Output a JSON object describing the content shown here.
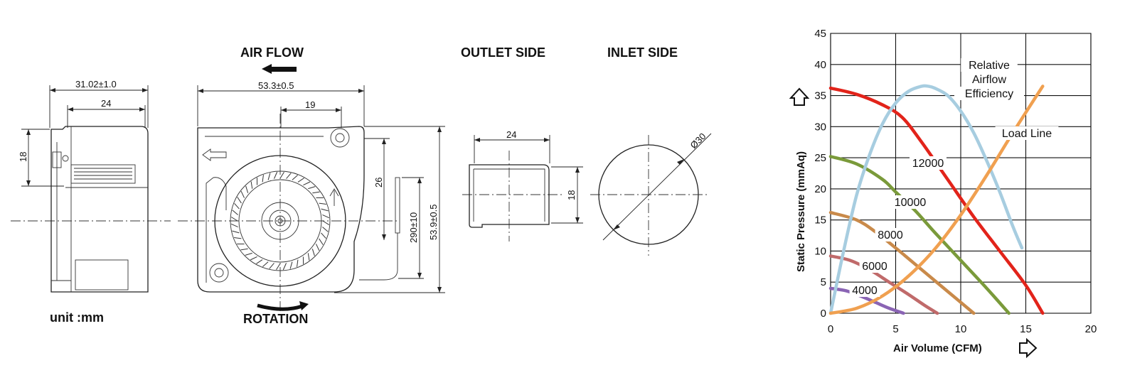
{
  "drawing": {
    "titles": {
      "air_flow": "AIR FLOW",
      "rotation": "ROTATION",
      "outlet_side": "OUTLET SIDE",
      "inlet_side": "INLET SIDE",
      "unit": "unit :mm"
    },
    "dimensions": {
      "side_overall": "31.02±1.0",
      "side_inner": "24",
      "side_height": "18",
      "front_width": "53.3±0.5",
      "front_outlet": "19",
      "front_height": "53.9±0.5",
      "front_outlet_height": "26",
      "lead_length": "290±10",
      "outlet_width": "24",
      "outlet_height": "18",
      "inlet_diameter": "Ø30"
    }
  },
  "chart_data": {
    "type": "line",
    "xlabel": "Air Volume (CFM)",
    "ylabel": "Static Pressure (mmAq)",
    "xlim": [
      0,
      20
    ],
    "ylim": [
      0,
      45
    ],
    "xticks": [
      "0",
      "5",
      "10",
      "15",
      "20"
    ],
    "yticks": [
      "0",
      "5",
      "10",
      "15",
      "20",
      "25",
      "30",
      "35",
      "40",
      "45"
    ],
    "grid": true,
    "series": [
      {
        "name": "12000",
        "color": "#e2231a",
        "x": [
          0,
          2,
          4,
          5.5,
          7,
          9,
          11,
          13,
          15,
          16.3
        ],
        "y": [
          36.2,
          35.2,
          33.5,
          31.5,
          27.5,
          21.5,
          15.5,
          10,
          4.5,
          0
        ]
      },
      {
        "name": "10000",
        "color": "#7a9a3a",
        "x": [
          0,
          2,
          4,
          5,
          6.5,
          8,
          10,
          12,
          13.7
        ],
        "y": [
          25.2,
          24,
          21.5,
          19.5,
          16.5,
          13,
          8.5,
          4,
          0
        ]
      },
      {
        "name": "8000",
        "color": "#c98a4a",
        "x": [
          0,
          2,
          3.5,
          5,
          7,
          9,
          11
        ],
        "y": [
          16.2,
          15,
          13,
          10.5,
          7,
          3.5,
          0
        ]
      },
      {
        "name": "6000",
        "color": "#c06a6a",
        "x": [
          0,
          1.5,
          3,
          4.5,
          6,
          7.2,
          8.2
        ],
        "y": [
          9.2,
          8.5,
          7,
          5,
          3,
          1.3,
          0
        ]
      },
      {
        "name": "4000",
        "color": "#8a64b4",
        "x": [
          0,
          1.2,
          2.5,
          3.5,
          4.5,
          5.6
        ],
        "y": [
          4,
          3.6,
          2.6,
          1.7,
          0.8,
          0
        ]
      },
      {
        "name": "Relative Airflow Efficiency",
        "color": "#a7cde0",
        "x": [
          0,
          1,
          2,
          3,
          4,
          5,
          6,
          7,
          7.5,
          8,
          9,
          10,
          11,
          12,
          13,
          14,
          14.7
        ],
        "y": [
          0,
          10,
          19,
          25.5,
          30.5,
          33.8,
          35.7,
          36.5,
          36.5,
          36.2,
          35,
          32.5,
          29,
          24.5,
          19.5,
          14,
          10.5
        ]
      },
      {
        "name": "Load Line",
        "color": "#f0a050",
        "x": [
          0,
          2,
          4,
          6,
          8,
          10,
          12,
          14,
          16.3
        ],
        "y": [
          0,
          0.8,
          2.8,
          6,
          10.3,
          15.8,
          22.2,
          29,
          36.5
        ]
      }
    ],
    "annotations": [
      "Relative",
      "Airflow",
      "Efficiency",
      "Load Line",
      "12000",
      "10000",
      "8000",
      "6000",
      "4000"
    ]
  }
}
